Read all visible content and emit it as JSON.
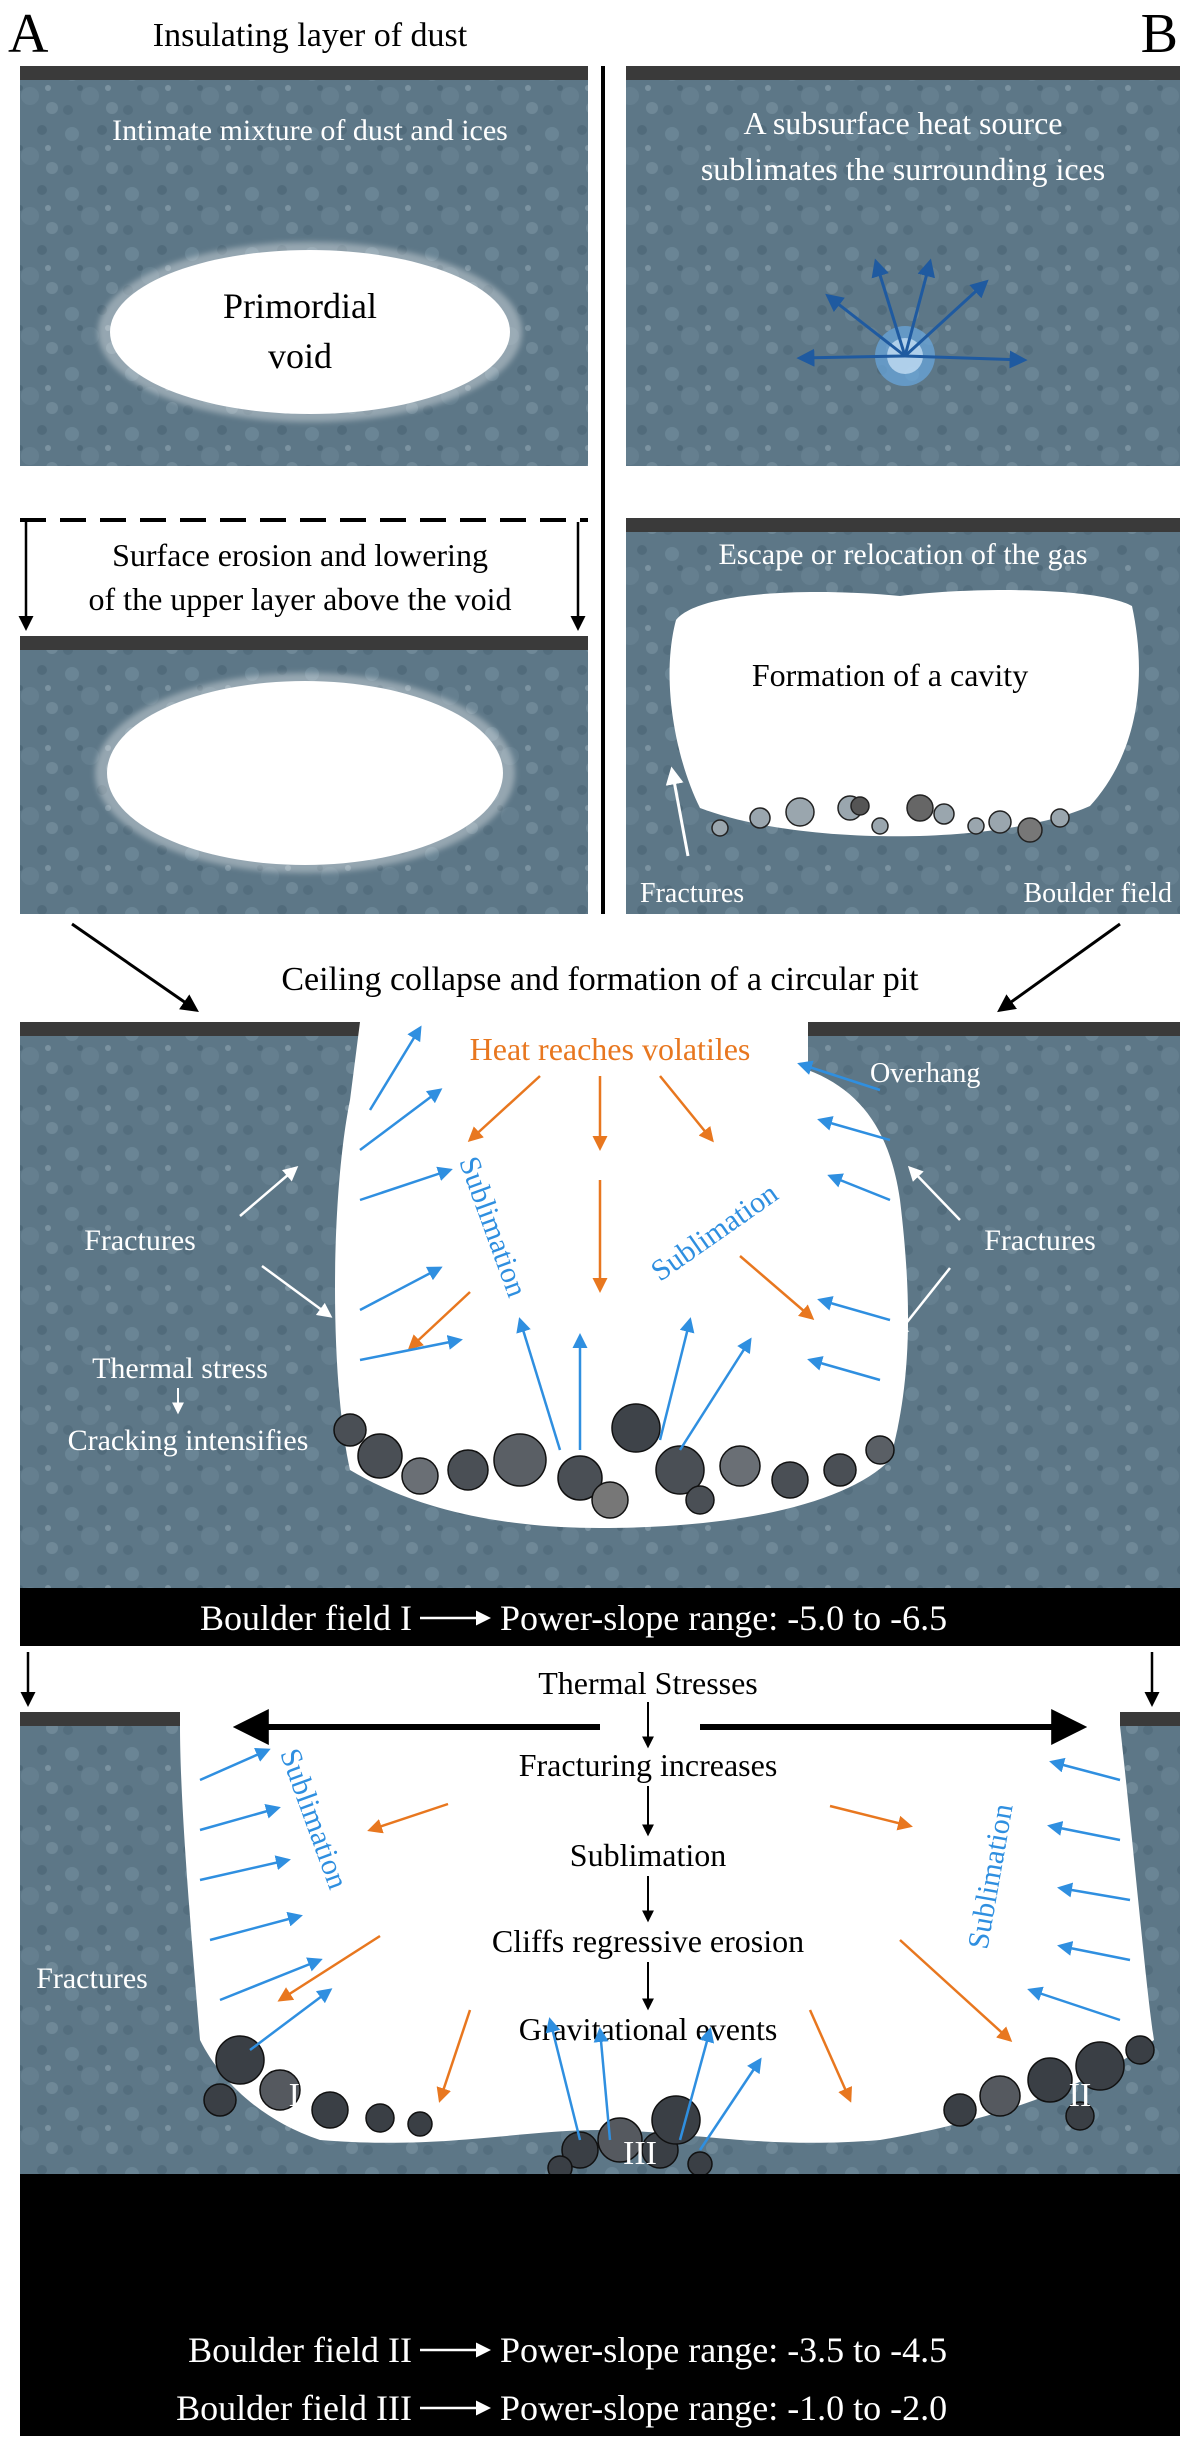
{
  "panel_a": {
    "letter": "A",
    "top_label": "Insulating layer of dust",
    "box1_caption": "Intimate mixture of dust and ices",
    "void_line1": "Primordial",
    "void_line2": "void",
    "erosion_line1": "Surface erosion and lowering",
    "erosion_line2": "of the upper layer above the void"
  },
  "panel_b": {
    "letter": "B",
    "heat_line1": "A subsurface heat source",
    "heat_line2": "sublimates the surrounding ices",
    "gas_caption": "Escape or relocation of the gas",
    "cavity_label": "Formation of a cavity",
    "fractures_label": "Fractures",
    "boulder_label": "Boulder field"
  },
  "stage3": {
    "collapse_caption": "Ceiling collapse and formation of a circular pit",
    "heat_label": "Heat reaches volatiles",
    "overhang_label": "Overhang",
    "sublimation_label": "Sublimation",
    "fractures_label": "Fractures",
    "thermal_stress_label": "Thermal stress",
    "cracking_label": "Cracking intensifies",
    "boulder_numeral": "I",
    "bar_field": "Boulder field I",
    "bar_range": "Power-slope range: -5.0 to -6.5"
  },
  "stage4": {
    "flow": [
      "Thermal Stresses",
      "Fracturing increases",
      "Sublimation",
      "Cliffs regressive erosion",
      "Gravitational events"
    ],
    "sublimation_label": "Sublimation",
    "fractures_label": "Fractures",
    "numeral_2": "II",
    "numeral_3": "III",
    "bar_field_2": "Boulder field II",
    "bar_range_2": "Power-slope range: -3.5 to -4.5",
    "bar_field_3": "Boulder field III",
    "bar_range_3": "Power-slope range: -1.0 to -2.0"
  },
  "colors": {
    "terrain": "#5a7585",
    "dust_layer": "#3a3a3a",
    "sublimation_arrow": "#2f8fe0",
    "heat_arrow": "#e8771f",
    "bar": "#000000"
  }
}
